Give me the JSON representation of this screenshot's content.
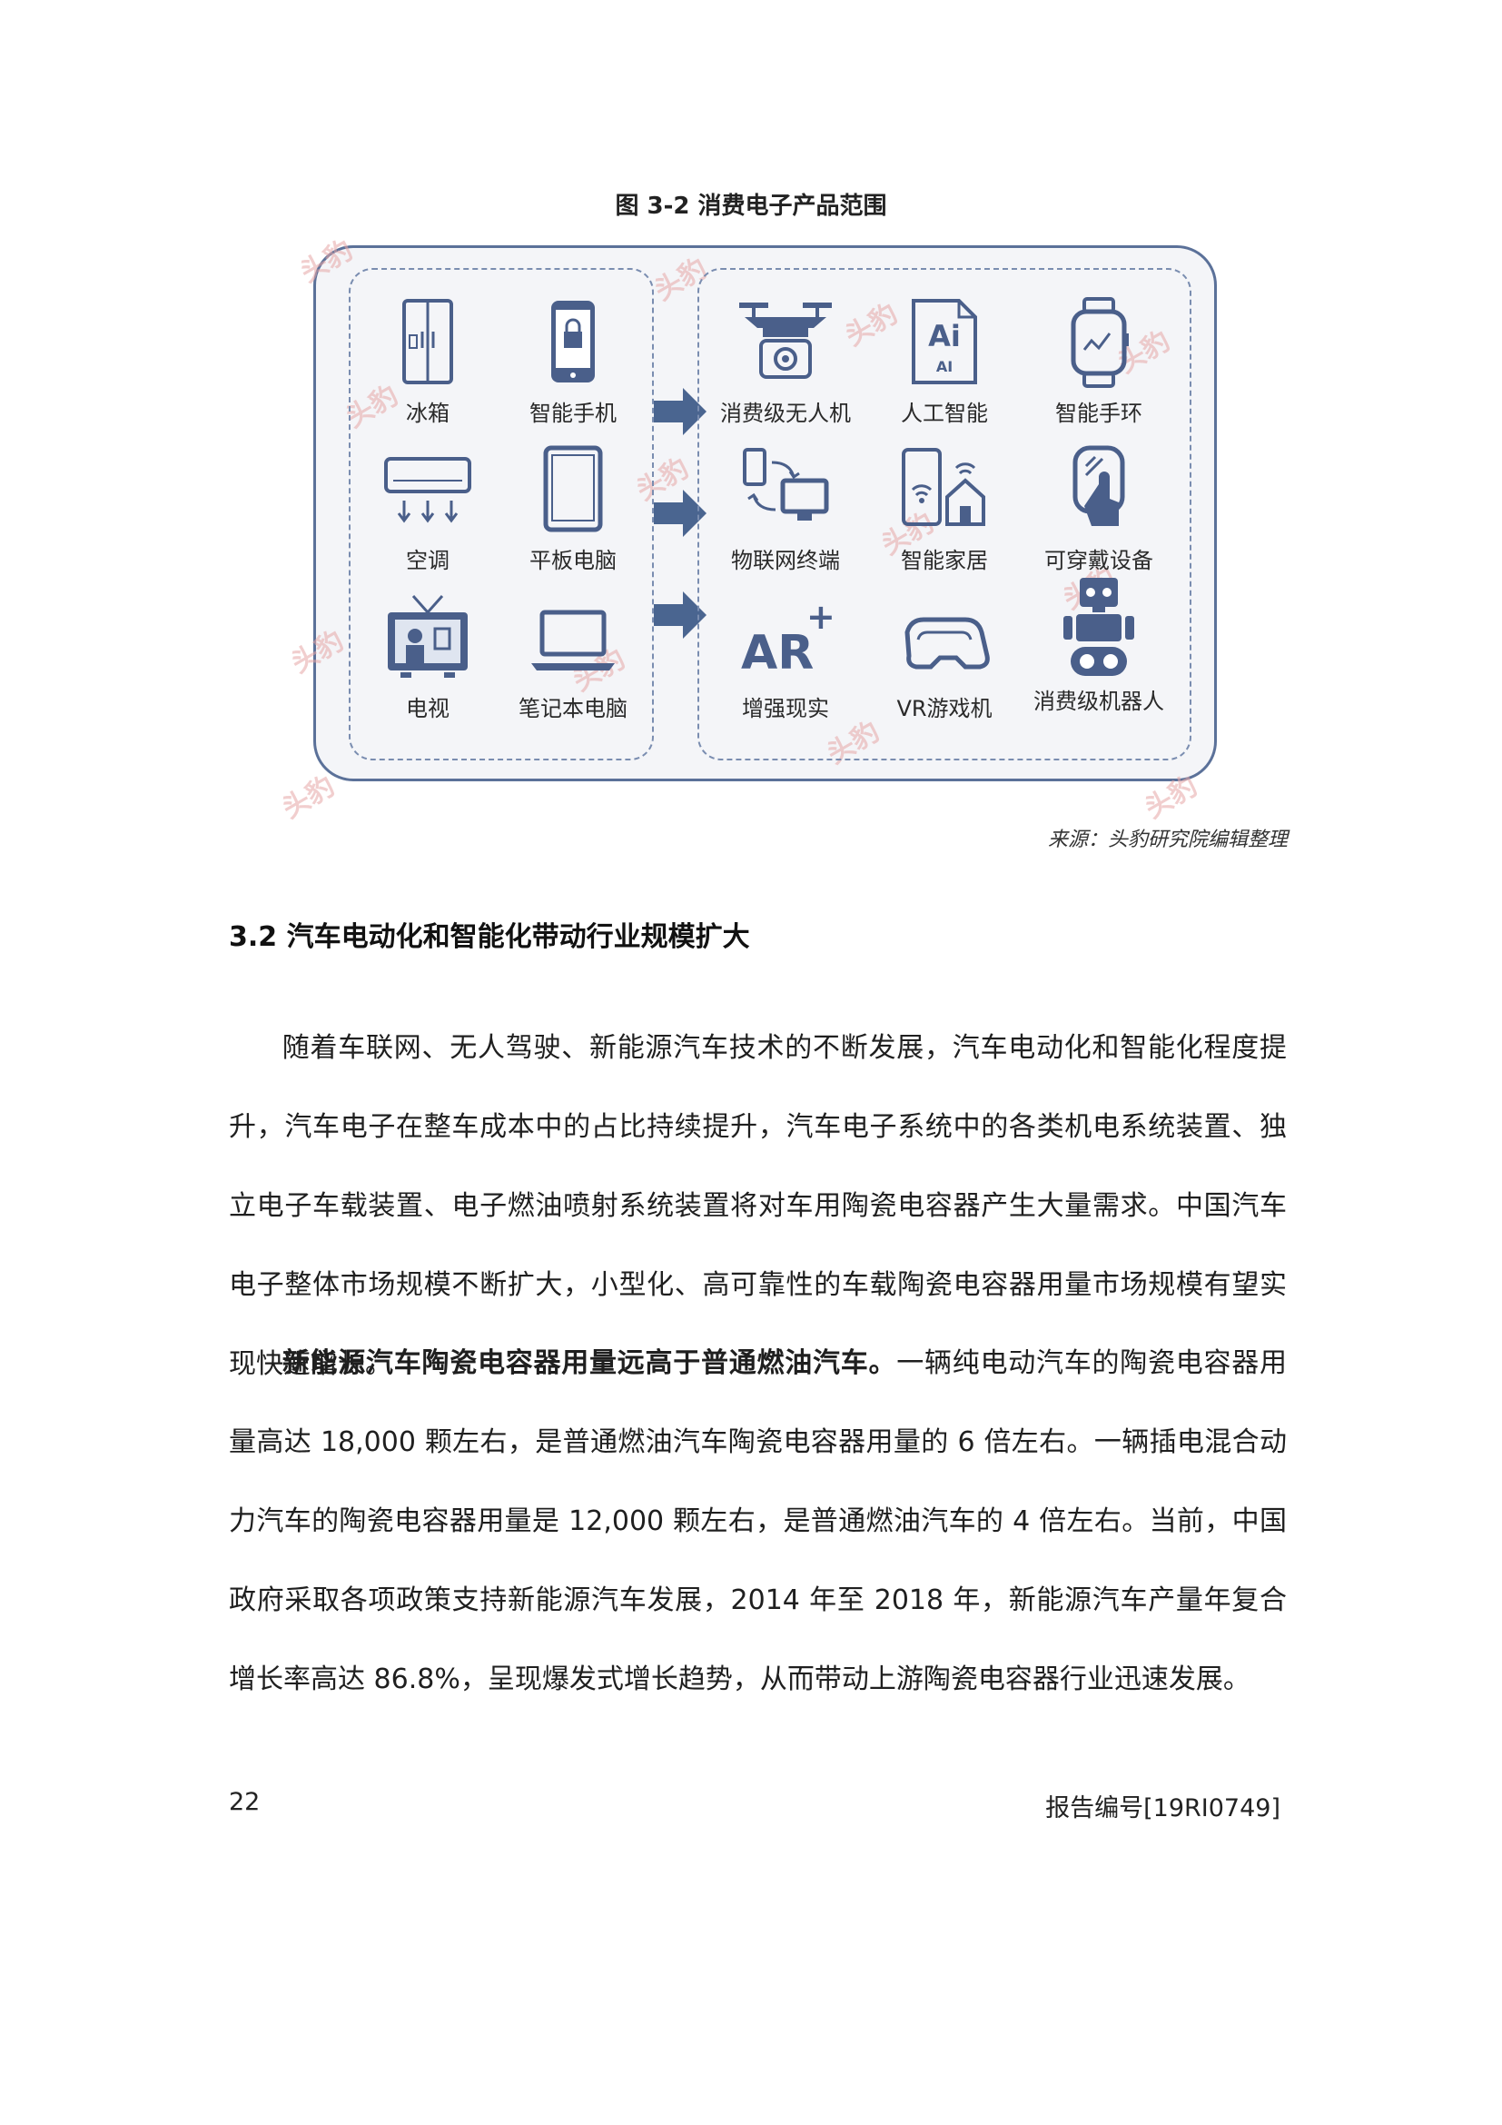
{
  "figure": {
    "title": "图 3-2 消费电子产品范围",
    "left_items": [
      {
        "label": "冰箱",
        "icon": "fridge-icon"
      },
      {
        "label": "智能手机",
        "icon": "smartphone-icon"
      },
      {
        "label": "空调",
        "icon": "air-conditioner-icon"
      },
      {
        "label": "平板电脑",
        "icon": "tablet-icon"
      },
      {
        "label": "电视",
        "icon": "tv-icon"
      },
      {
        "label": "笔记本电脑",
        "icon": "laptop-icon"
      }
    ],
    "right_items": [
      {
        "label": "消费级无人机",
        "icon": "drone-icon"
      },
      {
        "label": "人工智能",
        "icon": "ai-icon"
      },
      {
        "label": "智能手环",
        "icon": "smartwatch-icon"
      },
      {
        "label": "物联网终端",
        "icon": "iot-icon"
      },
      {
        "label": "智能家居",
        "icon": "smart-home-icon"
      },
      {
        "label": "可穿戴设备",
        "icon": "wearable-icon"
      },
      {
        "label": "增强现实",
        "icon": "ar-icon"
      },
      {
        "label": "VR游戏机",
        "icon": "vr-icon"
      },
      {
        "label": "消费级机器人",
        "icon": "robot-icon"
      }
    ],
    "ai_glyph": "Ai",
    "ai_sub": "AI",
    "ar_glyph": "AR",
    "ar_plus": "+",
    "watermark": "头豹",
    "source": "来源：头豹研究院编辑整理",
    "colors": {
      "frame": "#5b7199",
      "icon": "#4a5f8a",
      "arrow": "#4a6590",
      "watermark": "#e7a7a7"
    }
  },
  "section": {
    "title": "3.2  汽车电动化和智能化带动行业规模扩大"
  },
  "paragraphs": {
    "p1": "随着车联网、无人驾驶、新能源汽车技术的不断发展，汽车电动化和智能化程度提升，汽车电子在整车成本中的占比持续提升，汽车电子系统中的各类机电系统装置、独立电子车载装置、电子燃油喷射系统装置将对车用陶瓷电容器产生大量需求。中国汽车电子整体市场规模不断扩大，小型化、高可靠性的车载陶瓷电容器用量市场规模有望实现快速增长。",
    "p2_bold": "新能源汽车陶瓷电容器用量远高于普通燃油汽车。",
    "p2_rest": "一辆纯电动汽车的陶瓷电容器用量高达 18,000 颗左右，是普通燃油汽车陶瓷电容器用量的 6 倍左右。一辆插电混合动力汽车的陶瓷电容器用量是 12,000 颗左右，是普通燃油汽车的 4 倍左右。当前，中国政府采取各项政策支持新能源汽车发展，2014 年至 2018 年，新能源汽车产量年复合增长率高达 86.8%，呈现爆发式增长趋势，从而带动上游陶瓷电容器行业迅速发展。"
  },
  "footer": {
    "page_number": "22",
    "report_id": "报告编号[19RI0749]"
  }
}
